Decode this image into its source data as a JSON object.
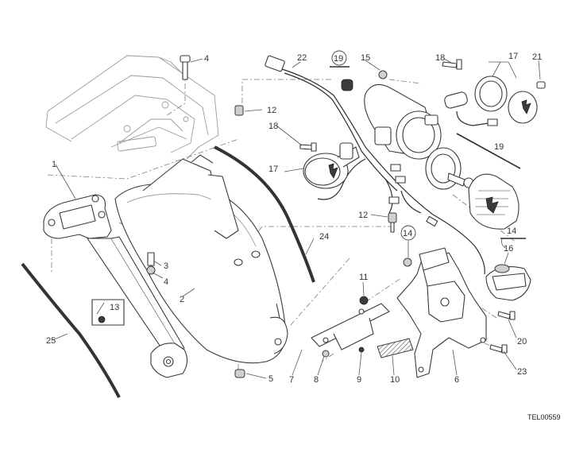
{
  "diagram": {
    "reference_code": "TEL00559",
    "callouts": {
      "c1": "1",
      "c2": "2",
      "c3": "3",
      "c4a": "4",
      "c4b": "4",
      "c5": "5",
      "c6": "6",
      "c7": "7",
      "c8": "8",
      "c9": "9",
      "c10": "10",
      "c11": "11",
      "c12a": "12",
      "c12b": "12",
      "c13": "13",
      "c14a": "14",
      "c14b": "14",
      "c15": "15",
      "c16": "16",
      "c17a": "17",
      "c17b": "17",
      "c18a": "18",
      "c18b": "18",
      "c19a": "19",
      "c19b": "19",
      "c20": "20",
      "c21": "21",
      "c22": "22",
      "c23": "23",
      "c24": "24",
      "c25": "25"
    }
  }
}
